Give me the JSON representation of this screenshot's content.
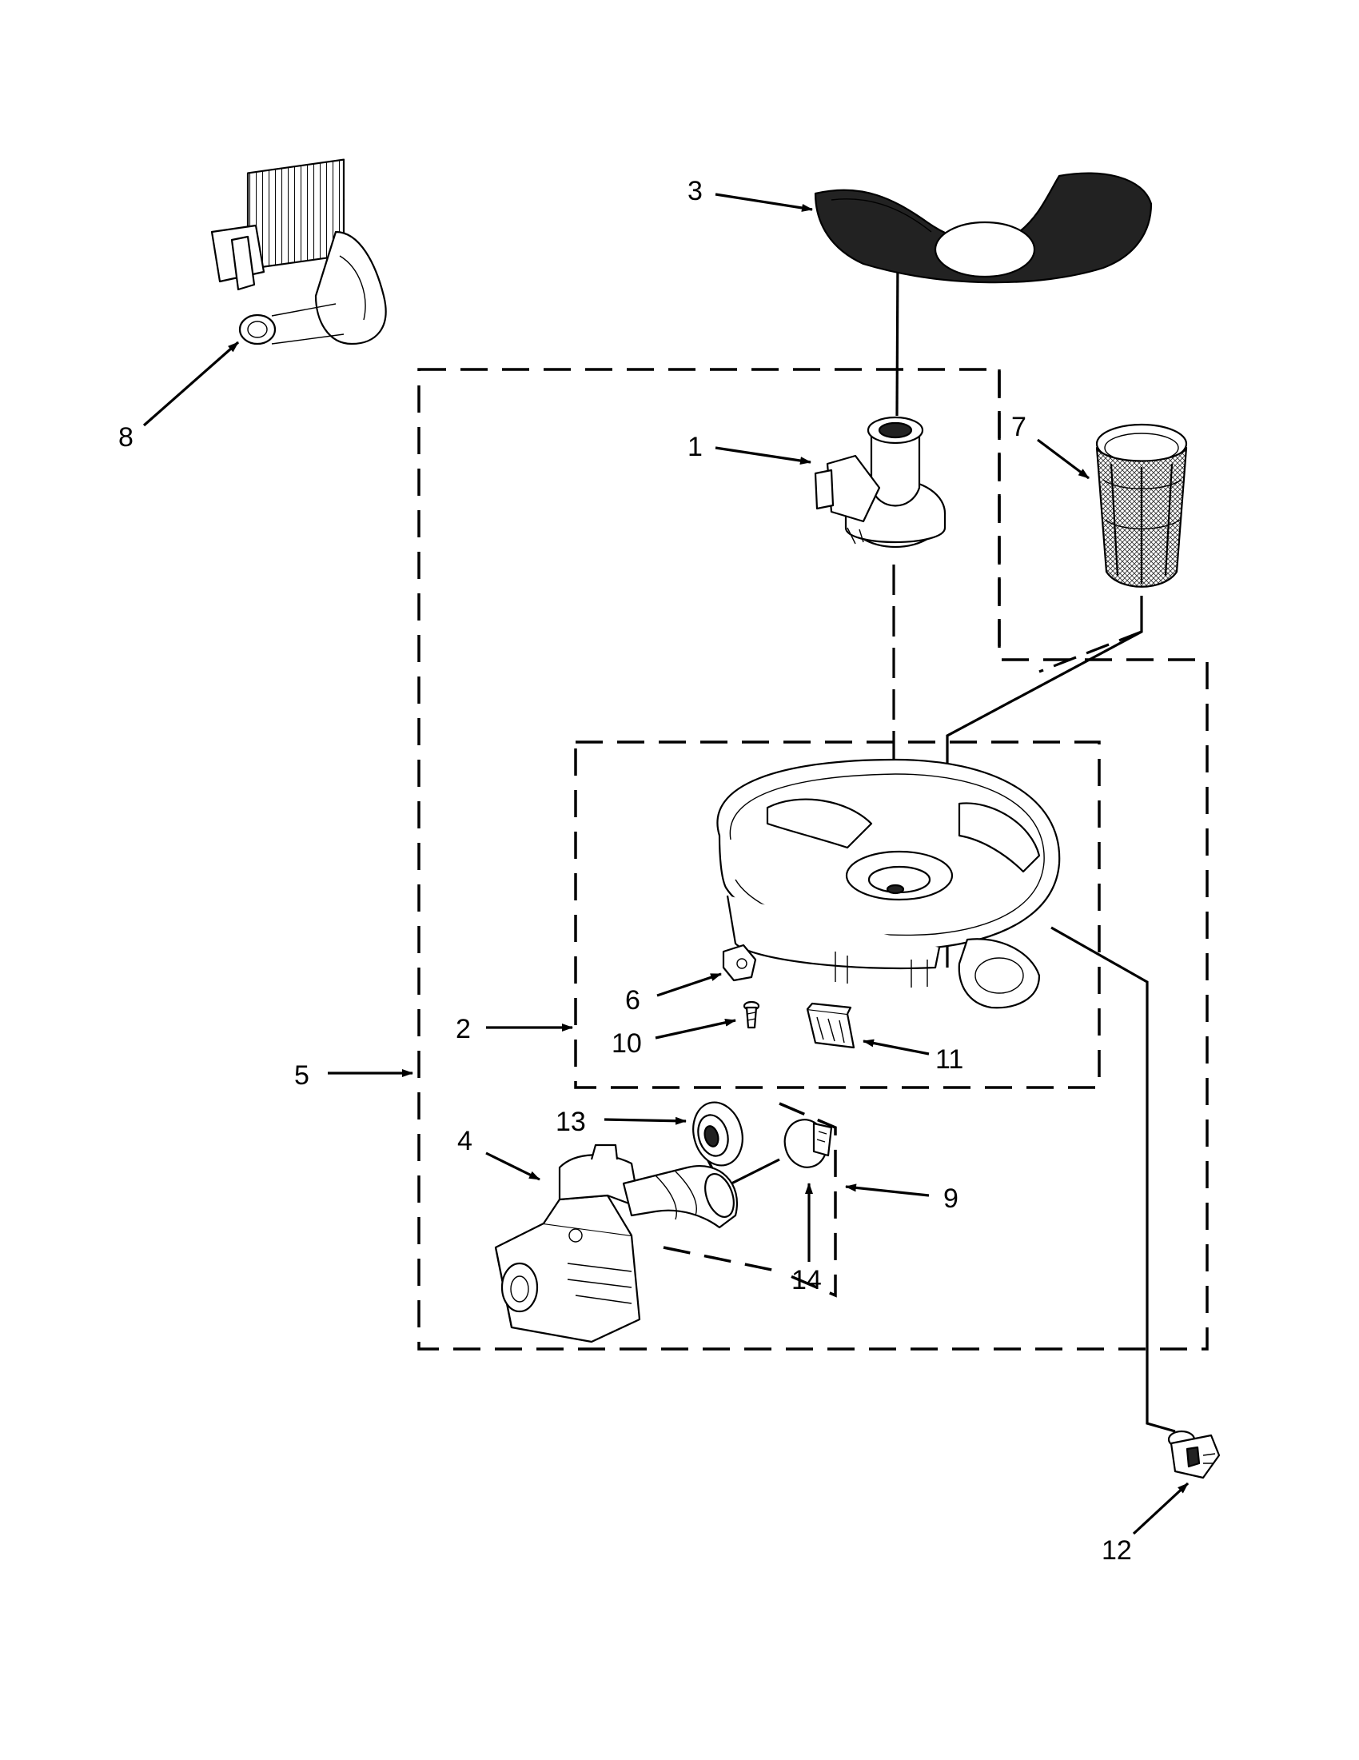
{
  "diagram": {
    "callouts": {
      "c1": "1",
      "c2": "2",
      "c3": "3",
      "c4": "4",
      "c5": "5",
      "c6": "6",
      "c7": "7",
      "c8": "8",
      "c9": "9",
      "c10": "10",
      "c11": "11",
      "c12": "12",
      "c13": "13",
      "c14": "14"
    }
  }
}
